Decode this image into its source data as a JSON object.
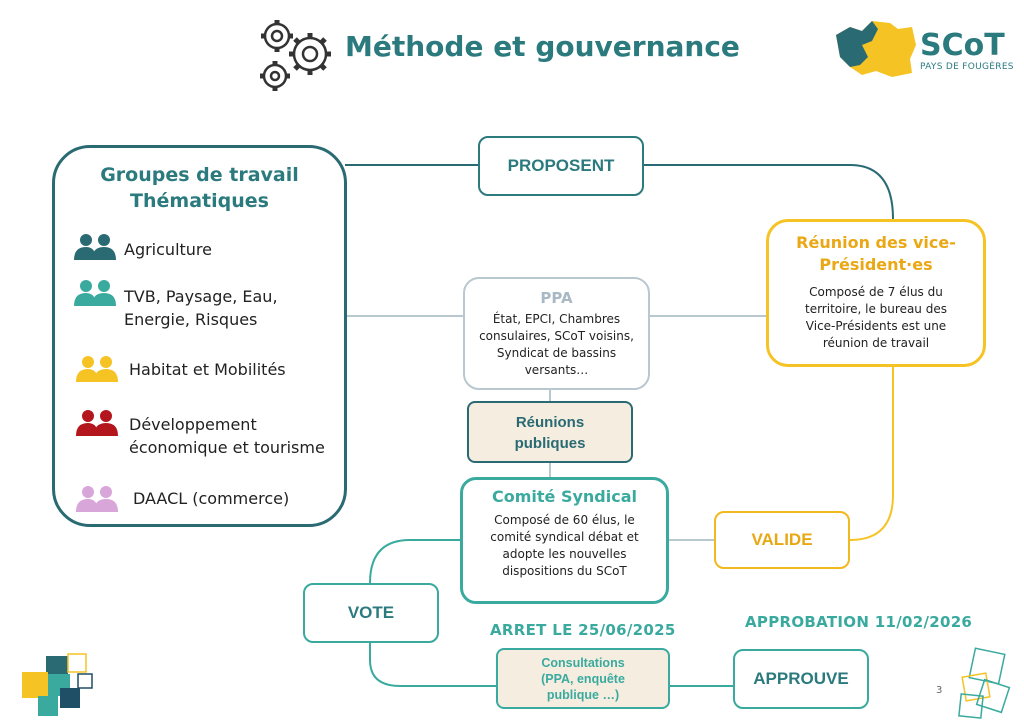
{
  "header": {
    "title": "Méthode et gouvernance",
    "brand_name": "SCoT",
    "brand_subtitle": "PAYS DE FOUGÈRES"
  },
  "groups": {
    "title_line1": "Groupes de travail",
    "title_line2": "Thématiques",
    "items": [
      {
        "label_line1": "Agriculture",
        "label_line2": "",
        "color": "#2a6b73"
      },
      {
        "label_line1": "TVB, Paysage, Eau,",
        "label_line2": "Energie, Risques",
        "color": "#3aaa9f"
      },
      {
        "label_line1": "Habitat et Mobilités",
        "label_line2": "",
        "color": "#f6c324"
      },
      {
        "label_line1": "Développement",
        "label_line2": "économique et tourisme",
        "color": "#b3161c"
      },
      {
        "label_line1": "DAACL (commerce)",
        "label_line2": "",
        "color": "#d9a6d9"
      }
    ]
  },
  "flow": {
    "proposent": "PROPOSENT",
    "vote": "VOTE",
    "valide": "VALIDE",
    "approuve": "APPROUVE"
  },
  "ppa": {
    "title": "PPA",
    "desc_lines": [
      "État, EPCI, Chambres",
      "consulaires, SCoT voisins,",
      "Syndicat de bassins",
      "versants…"
    ]
  },
  "reunions": {
    "line1": "Réunions",
    "line2": "publiques"
  },
  "comite": {
    "title": "Comité Syndical",
    "desc_lines": [
      "Composé de 60 élus, le",
      "comité syndical débat et",
      "adopte les nouvelles",
      "dispositions du SCoT"
    ]
  },
  "vice_presidents": {
    "title_line1": "Réunion des vice-",
    "title_line2": "Président·es",
    "desc_lines": [
      "Composé de 7 élus du",
      "territoire, le bureau des",
      "Vice-Présidents est une",
      "réunion de travail"
    ]
  },
  "consultations": {
    "lines": [
      "Consultations",
      "(PPA, enquête",
      "publique …)"
    ]
  },
  "milestones": {
    "arret": "ARRET LE 25/06/2025",
    "approbation": "APPROBATION 11/02/2026"
  },
  "page_number": "3",
  "colors": {
    "teal_dark": "#2a6b73",
    "teal": "#3aaa9f",
    "yellow": "#f6c324",
    "red": "#b3161c",
    "pink": "#d9a6d9",
    "grey": "#b9c7cf"
  }
}
